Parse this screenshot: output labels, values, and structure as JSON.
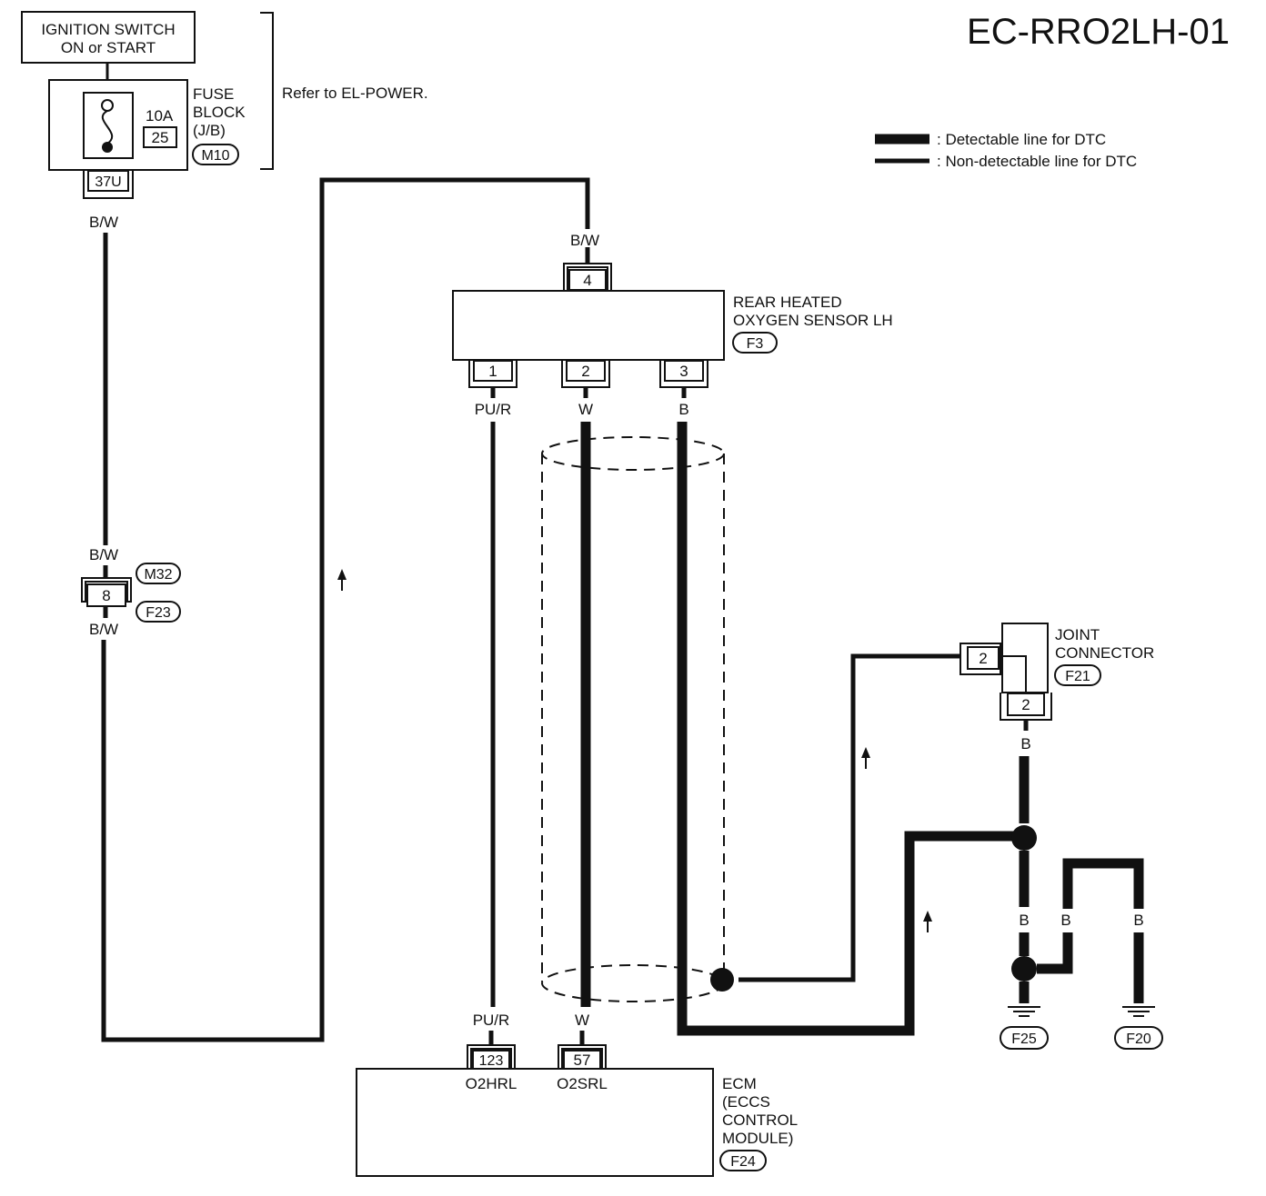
{
  "diagram_id": "EC-RRO2LH-01",
  "ignition_switch": {
    "line1": "IGNITION SWITCH",
    "line2": "ON or START"
  },
  "fuse_block": {
    "amperage": "10A",
    "fuse_no": "25",
    "name_line1": "FUSE",
    "name_line2": "BLOCK",
    "name_line3": "(J/B)",
    "connector": "M10",
    "terminal": "37U",
    "reference": "Refer to EL-POWER."
  },
  "legend": {
    "detectable": ": Detectable line for DTC",
    "non_detectable": ": Non-detectable line for DTC"
  },
  "wires": {
    "bw_top": "B/W",
    "bw_mid_upper": "B/W",
    "bw_mid_lower": "B/W",
    "bw_sensor": "B/W",
    "pur_top": "PU/R",
    "w_top": "W",
    "b_top": "B",
    "pur_bottom": "PU/R",
    "w_bottom": "W",
    "b_joint": "B",
    "b_ground_left": "B",
    "b_ground_mid": "B",
    "b_ground_right": "B"
  },
  "harness_connector": {
    "terminal": "8",
    "connector_upper": "M32",
    "connector_lower": "F23"
  },
  "sensor": {
    "name_line1": "REAR HEATED",
    "name_line2": "OXYGEN SENSOR LH",
    "connector": "F3",
    "terminals": [
      "4",
      "1",
      "2",
      "3"
    ]
  },
  "joint_connector": {
    "name_line1": "JOINT",
    "name_line2": "CONNECTOR",
    "connector": "F21",
    "terminal_side": "2",
    "terminal_bottom": "2"
  },
  "grounds": {
    "left": "F25",
    "right": "F20"
  },
  "ecm": {
    "name_line1": "ECM",
    "name_line2": "(ECCS",
    "name_line3": "CONTROL",
    "name_line4": "MODULE)",
    "connector": "F24",
    "terminals": [
      {
        "number": "123",
        "signal": "O2HRL"
      },
      {
        "number": "57",
        "signal": "O2SRL"
      }
    ]
  },
  "icons": {
    "arrow": "up-arrow-icon",
    "ground": "ground-symbol-icon",
    "fuse": "fuse-icon"
  }
}
